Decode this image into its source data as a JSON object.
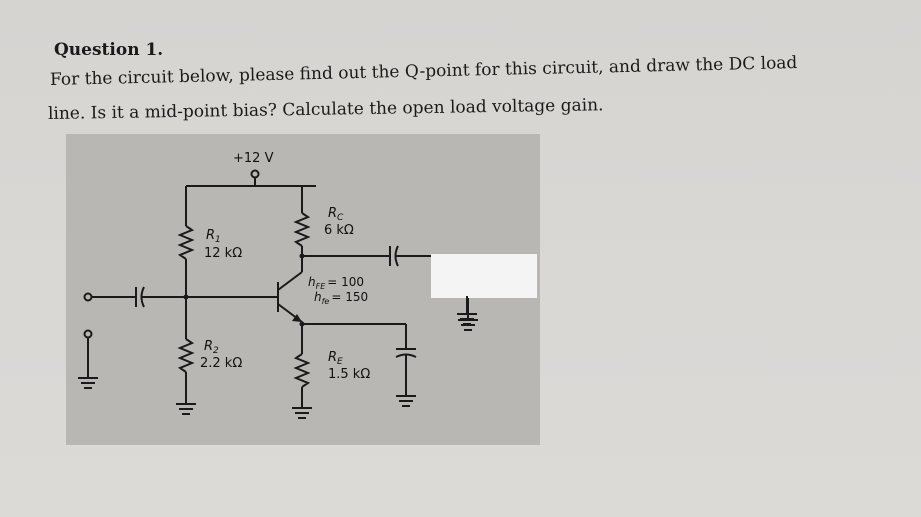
{
  "question": {
    "title": "Question 1.",
    "line1": "For the circuit below, please find out the Q-point for this circuit, and draw the DC load",
    "line2": "line. Is it a mid-point bias? Calculate the open load voltage gain."
  },
  "circuit": {
    "vcc": "+12 V",
    "r1_name": "R",
    "r1_sub": "1",
    "r1_value": "12 kΩ",
    "r2_name": "R",
    "r2_sub": "2",
    "r2_value": "2.2 kΩ",
    "rc_name": "R",
    "rc_sub": "C",
    "rc_value": "6 kΩ",
    "re_name": "R",
    "re_sub": "E",
    "re_value": "1.5 kΩ",
    "hfe_label": "h",
    "hfe_sub": "FE",
    "hfe_value": "= 100",
    "hfe_small_label": "h",
    "hfe_small_sub": "fe",
    "hfe_small_value": "= 150"
  }
}
